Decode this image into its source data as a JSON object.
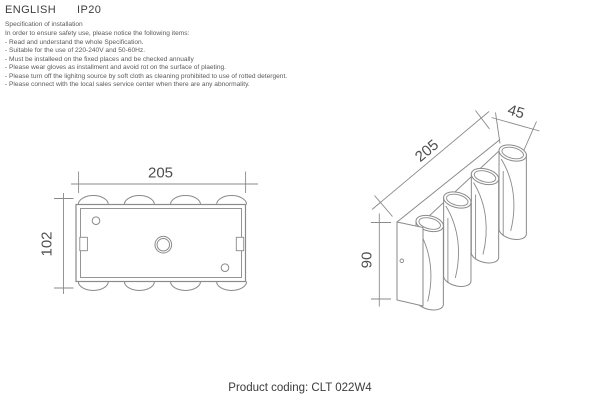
{
  "header": {
    "language": "ENGLISH",
    "ip_rating": "IP20"
  },
  "spec": {
    "title": "Specification of installation",
    "intro": "In order to ensure safety use, please notice the following items:",
    "items": [
      "- Read and understand the whole Specification.",
      "- Suitable for the use of 220-240V and 50-60Hz.",
      "- Must be installeed on the fixed places and be checked annually",
      "- Please wear gloves as installment and avoid rot on the surface of plaeting.",
      "- Please turn off the lighitng source by soft cloth as cleaning prohibited to use of rotted detergent.",
      "- Please connect with the local sales service center when there are any abnormality."
    ]
  },
  "drawings": {
    "plan": {
      "width_label": "205",
      "height_label": "102"
    },
    "perspective": {
      "length_label": "205",
      "depth_label": "45",
      "height_label": "90"
    }
  },
  "footer": {
    "product_coding": "Product coding: CLT 022W4"
  },
  "colors": {
    "line": "#8a8a8a",
    "text": "#3d3d3d"
  }
}
